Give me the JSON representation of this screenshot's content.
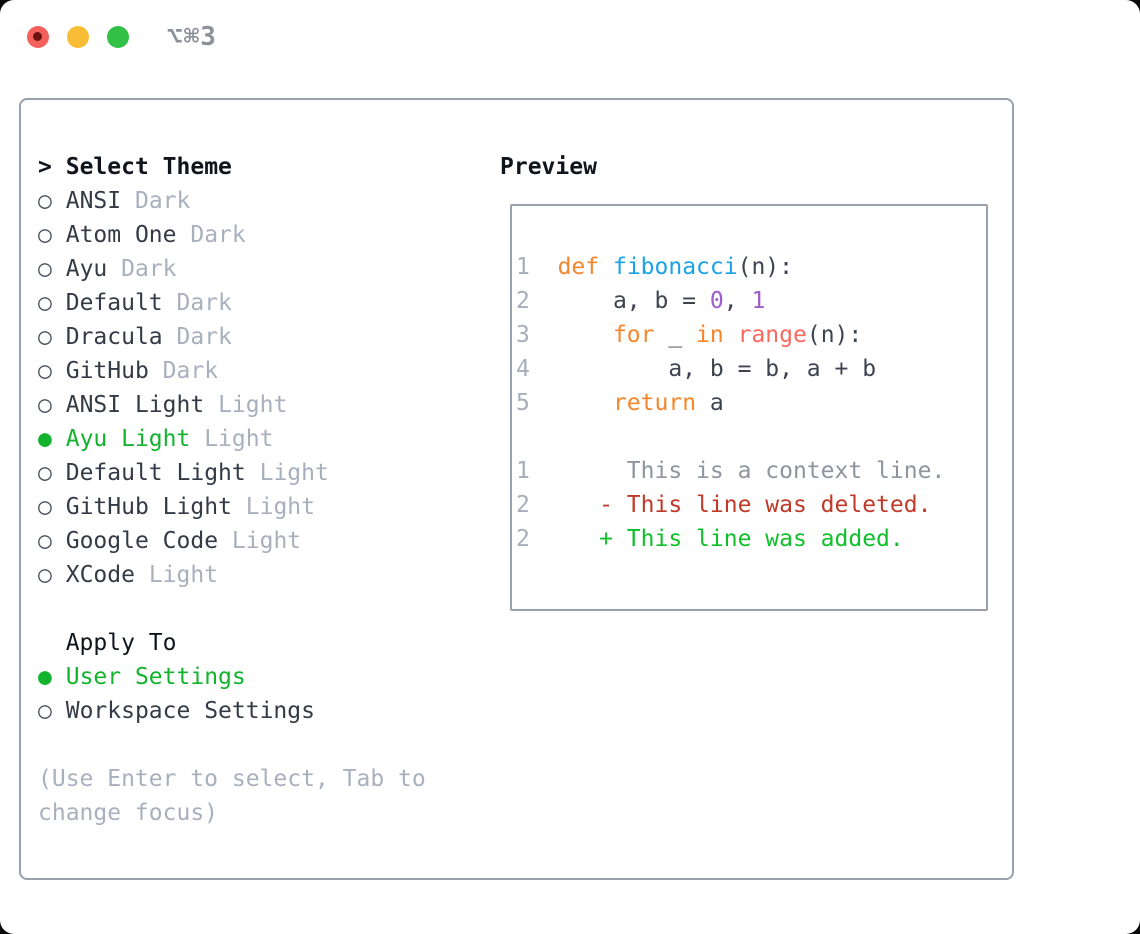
{
  "window": {
    "shortcut_label": "⌥⌘3",
    "traffic_lights": [
      "close",
      "minimize",
      "zoom"
    ]
  },
  "theme_panel": {
    "header": {
      "prefix": ">",
      "label": "Select Theme"
    },
    "themes": [
      {
        "name": "ANSI",
        "variant": "Dark",
        "selected": false
      },
      {
        "name": "Atom One",
        "variant": "Dark",
        "selected": false
      },
      {
        "name": "Ayu",
        "variant": "Dark",
        "selected": false
      },
      {
        "name": "Default",
        "variant": "Dark",
        "selected": false
      },
      {
        "name": "Dracula",
        "variant": "Dark",
        "selected": false
      },
      {
        "name": "GitHub",
        "variant": "Dark",
        "selected": false
      },
      {
        "name": "ANSI Light",
        "variant": "Light",
        "selected": false
      },
      {
        "name": "Ayu Light",
        "variant": "Light",
        "selected": true
      },
      {
        "name": "Default Light",
        "variant": "Light",
        "selected": false
      },
      {
        "name": "GitHub Light",
        "variant": "Light",
        "selected": false
      },
      {
        "name": "Google Code",
        "variant": "Light",
        "selected": false
      },
      {
        "name": "XCode",
        "variant": "Light",
        "selected": false
      }
    ],
    "radio_unselected": "○",
    "radio_selected": "●",
    "apply_to": {
      "label": "Apply To",
      "options": [
        {
          "name": "User Settings",
          "selected": true
        },
        {
          "name": "Workspace Settings",
          "selected": false
        }
      ]
    },
    "hint_lines": [
      "(Use Enter to select, Tab to",
      "change focus)"
    ]
  },
  "preview": {
    "title": "Preview",
    "lines": [
      {
        "num": "1",
        "segs": [
          {
            "t": "  ",
            "c": "pl"
          },
          {
            "t": "def",
            "c": "kw"
          },
          {
            "t": " ",
            "c": "pl"
          },
          {
            "t": "fibonacci",
            "c": "fn"
          },
          {
            "t": "(n):",
            "c": "pl"
          }
        ]
      },
      {
        "num": "2",
        "segs": [
          {
            "t": "      a, b = ",
            "c": "pl"
          },
          {
            "t": "0",
            "c": "lit"
          },
          {
            "t": ", ",
            "c": "pl"
          },
          {
            "t": "1",
            "c": "lit"
          }
        ]
      },
      {
        "num": "3",
        "segs": [
          {
            "t": "      ",
            "c": "pl"
          },
          {
            "t": "for",
            "c": "kw"
          },
          {
            "t": " _ ",
            "c": "pl"
          },
          {
            "t": "in",
            "c": "kw"
          },
          {
            "t": " ",
            "c": "pl"
          },
          {
            "t": "range",
            "c": "rng"
          },
          {
            "t": "(n):",
            "c": "pl"
          }
        ]
      },
      {
        "num": "4",
        "segs": [
          {
            "t": "          a, b = b, a + b",
            "c": "pl"
          }
        ]
      },
      {
        "num": "5",
        "segs": [
          {
            "t": "      ",
            "c": "pl"
          },
          {
            "t": "return",
            "c": "kw"
          },
          {
            "t": " a",
            "c": "pl"
          }
        ]
      },
      {
        "num": "",
        "segs": []
      },
      {
        "num": "1",
        "segs": [
          {
            "t": "       This is a context line.",
            "c": "ctx"
          }
        ]
      },
      {
        "num": "2",
        "segs": [
          {
            "t": "     - This line was deleted.",
            "c": "del"
          }
        ]
      },
      {
        "num": "2",
        "segs": [
          {
            "t": "     + This line was added.",
            "c": "add"
          }
        ]
      }
    ]
  },
  "colors": {
    "accent_green": "#13b32e",
    "keyword_orange": "#f5862c",
    "function_blue": "#1ba2e8",
    "number_purple": "#9e5bcb",
    "builtin_coral": "#f8695f",
    "diff_deleted_red": "#c13928",
    "diff_added_green": "#10c02b",
    "muted_gray": "#a8b0bd",
    "border_gray": "#99a1ae",
    "traffic_red": "#f4615c",
    "traffic_yellow": "#f9bc35",
    "traffic_green": "#32c146"
  }
}
